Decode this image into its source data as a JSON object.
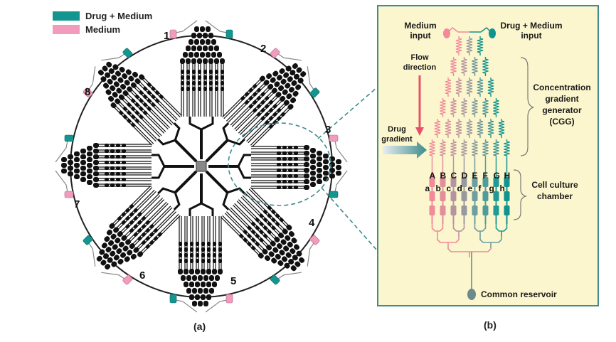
{
  "colors": {
    "drug_medium": "#149690",
    "medium": "#f29bbd",
    "panel_bg": "#fbf6cd",
    "panel_border": "#3f8b8d",
    "dashed_callout": "#3f8b8d",
    "channel_black": "#111111",
    "center_port": "#888888",
    "flow_arrow": "#e8506a",
    "reservoir": "#6b8a8c"
  },
  "legend": {
    "items": [
      {
        "label": "Drug + Medium",
        "color": "#149690"
      },
      {
        "label": "Medium",
        "color": "#f29bbd"
      }
    ]
  },
  "panel_a": {
    "caption": "(a)",
    "unit_labels": [
      "1",
      "2",
      "3",
      "4",
      "5",
      "6",
      "7",
      "8"
    ],
    "highlighted_unit": "3"
  },
  "panel_b": {
    "caption": "(b)",
    "medium_input": "Medium input",
    "drug_medium_input": "Drug + Medium input",
    "flow_direction": "Flow direction",
    "drug_gradient": "Drug gradient",
    "cgg_label": "Concentration gradient generator (CGG)",
    "cell_culture_label": "Cell culture chamber",
    "common_reservoir": "Common reservoir",
    "outlet_labels_upper": [
      "A",
      "B",
      "C",
      "D",
      "E",
      "F",
      "G",
      "H"
    ],
    "outlet_labels_lower": [
      "a",
      "b",
      "c",
      "d",
      "e",
      "f",
      "g",
      "h"
    ],
    "cgg_stage_channel_counts": [
      3,
      4,
      5,
      6,
      7,
      8
    ],
    "chamber_colors": [
      "#f28a9a",
      "#e28e9c",
      "#b4949e",
      "#98999f",
      "#6e9ea0",
      "#4f9c9c",
      "#1f9a95",
      "#11938f"
    ]
  }
}
